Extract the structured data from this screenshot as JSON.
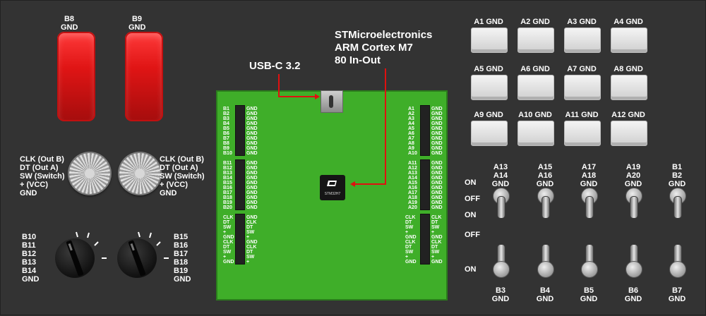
{
  "buttons": [
    {
      "label": "B8\nGND"
    },
    {
      "label": "B9\nGND"
    }
  ],
  "encoders": [
    {
      "label": "CLK (Out B)\nDT (Out A)\nSW (Switch)\n+ (VCC)\nGND"
    },
    {
      "label": "CLK (Out B)\nDT (Out A)\nSW (Switch)\n+ (VCC)\nGND"
    }
  ],
  "rotary": [
    {
      "label": "B10\nB11\nB12\nB13\nB14\nGND"
    },
    {
      "label": "B15\nB16\nB17\nB18\nB19\nGND"
    }
  ],
  "annotations": {
    "mcu": "STMicroelectronics\nARM Cortex M7\n80 In-Out",
    "usb": "USB-C 3.2"
  },
  "board": {
    "chip_label": "STM32H7",
    "left_top": {
      "pins": "B1\nB2\nB3\nB4\nB5\nB6\nB7\nB8\nB9\nB10",
      "gnd": "GND\nGND\nGND\nGND\nGND\nGND\nGND\nGND\nGND\nGND"
    },
    "left_mid": {
      "pins": "B11\nB12\nB13\nB14\nB15\nB16\nB17\nB18\nB19\nB20",
      "gnd": "GND\nGND\nGND\nGND\nGND\nGND\nGND\nGND\nGND\nGND"
    },
    "left_bot": {
      "a": "CLK\nDT\nSW\n+\nGND\nCLK\nDT\nSW\n+\nGND",
      "b": "GND\nCLK\nDT\nSW\n+\nGND\nCLK\nDT\nSW\n+"
    },
    "right_top": {
      "pins": "A1\nA2\nA3\nA4\nA5\nA6\nA7\nA8\nA9\nA10",
      "gnd": "GND\nGND\nGND\nGND\nGND\nGND\nGND\nGND\nGND\nGND"
    },
    "right_mid": {
      "pins": "A11\nA12\nA13\nA14\nA15\nA16\nA17\nA18\nA19\nA20",
      "gnd": "GND\nGND\nGND\nGND\nGND\nGND\nGND\nGND\nGND\nGND"
    },
    "right_bot": {
      "a": "CLK\nDT\nSW\n+\nGND\nCLK\nDT\nSW\n+\nGND",
      "b": "CLK\nDT\nSW\n+\nGND\nCLK\nDT\nSW\n+\nGND"
    }
  },
  "keys": [
    {
      "label": "A1 GND"
    },
    {
      "label": "A2 GND"
    },
    {
      "label": "A3 GND"
    },
    {
      "label": "A4 GND"
    },
    {
      "label": "A5 GND"
    },
    {
      "label": "A6 GND"
    },
    {
      "label": "A7 GND"
    },
    {
      "label": "A8 GND"
    },
    {
      "label": "A9 GND"
    },
    {
      "label": "A10 GND"
    },
    {
      "label": "A11 GND"
    },
    {
      "label": "A12 GND"
    }
  ],
  "toggles_top": [
    {
      "label": "A13\nA14\nGND"
    },
    {
      "label": "A15\nA16\nGND"
    },
    {
      "label": "A17\nA18\nGND"
    },
    {
      "label": "A19\nA20\nGND"
    },
    {
      "label": "B1\nB2\nGND"
    }
  ],
  "toggles_bottom": [
    {
      "label": "B3\nGND"
    },
    {
      "label": "B4\nGND"
    },
    {
      "label": "B5\nGND"
    },
    {
      "label": "B6\nGND"
    },
    {
      "label": "B7\nGND"
    }
  ],
  "states": {
    "on_top": "ON",
    "off_top": "OFF",
    "on_mid": "ON",
    "off_bottom": "OFF",
    "on_bottom": "ON"
  },
  "colors": {
    "panel": "#333333",
    "board": "#3fae29",
    "button": "#e01515",
    "wire": "#e01010"
  }
}
